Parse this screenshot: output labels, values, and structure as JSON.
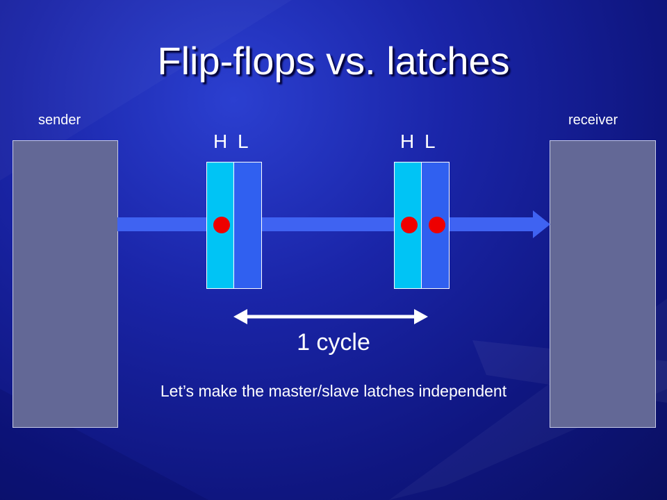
{
  "slide": {
    "title": "Flip-flops vs. latches",
    "sender_label": "sender",
    "receiver_label": "receiver",
    "latch_pair_1": {
      "h_label": "H",
      "l_label": "L"
    },
    "latch_pair_2": {
      "h_label": "H",
      "l_label": "L"
    },
    "cycle_label": "1 cycle",
    "caption": "Let’s make the master/slave latches independent"
  },
  "colors": {
    "background": "#1a25a8",
    "box_fill": "#636896",
    "latch_high": "#00c4f5",
    "latch_low": "#3060f0",
    "wire": "#3f63f2",
    "token": "#ee0000"
  }
}
